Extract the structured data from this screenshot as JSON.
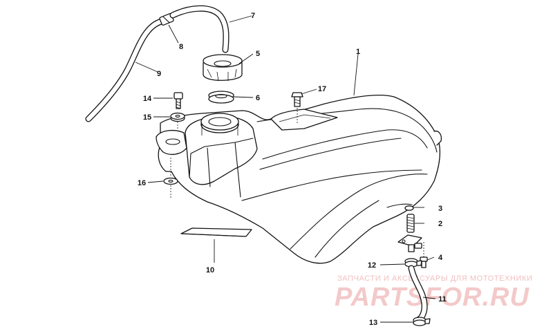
{
  "diagram": {
    "callouts": [
      "1",
      "2",
      "3",
      "4",
      "5",
      "6",
      "7",
      "8",
      "9",
      "10",
      "11",
      "12",
      "13",
      "14",
      "15",
      "16",
      "17"
    ]
  },
  "watermark": {
    "tagline": "ЗАПЧАСТИ И АКСЕССУАРЫ ДЛЯ МОТОТЕХНИКИ",
    "brand": "PARTSFOR.RU",
    "tagline_color": "#f0b8b8",
    "brand_color": "#f2c4c4"
  }
}
